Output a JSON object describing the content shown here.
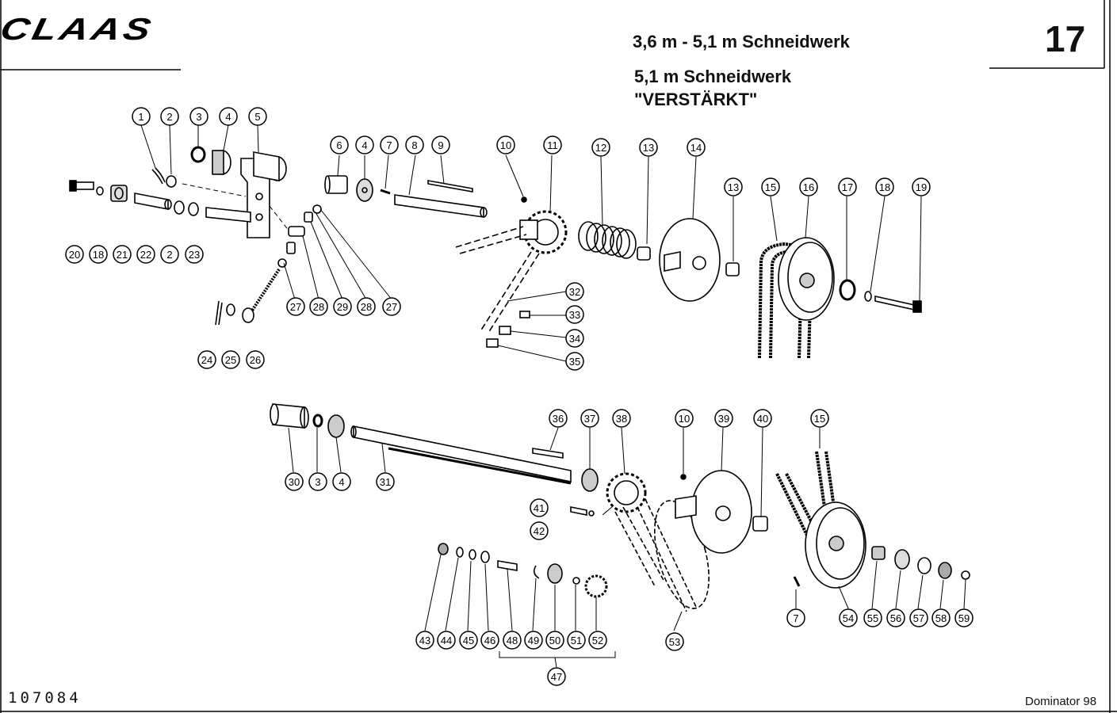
{
  "header": {
    "brand": "CLAAS",
    "title_line1": "3,6 m - 5,1 m Schneidwerk",
    "title_line2": "5,1 m Schneidwerk",
    "title_line3": "\"VERSTÄRKT\"",
    "page_number": "17"
  },
  "footer": {
    "document_number": "107084",
    "model": "Dominator 98"
  },
  "callouts": [
    "1",
    "2",
    "3",
    "4",
    "5",
    "6",
    "4",
    "7",
    "8",
    "9",
    "10",
    "11",
    "12",
    "13",
    "14",
    "13",
    "15",
    "16",
    "17",
    "18",
    "19",
    "20",
    "18",
    "21",
    "22",
    "2",
    "23",
    "27",
    "28",
    "29",
    "28",
    "27",
    "24",
    "25",
    "26",
    "32",
    "33",
    "34",
    "35",
    "30",
    "3",
    "4",
    "31",
    "36",
    "37",
    "38",
    "10",
    "39",
    "40",
    "15",
    "41",
    "42",
    "43",
    "44",
    "45",
    "46",
    "48",
    "49",
    "50",
    "51",
    "52",
    "47",
    "53",
    "7",
    "54",
    "55",
    "56",
    "57",
    "58",
    "59"
  ]
}
